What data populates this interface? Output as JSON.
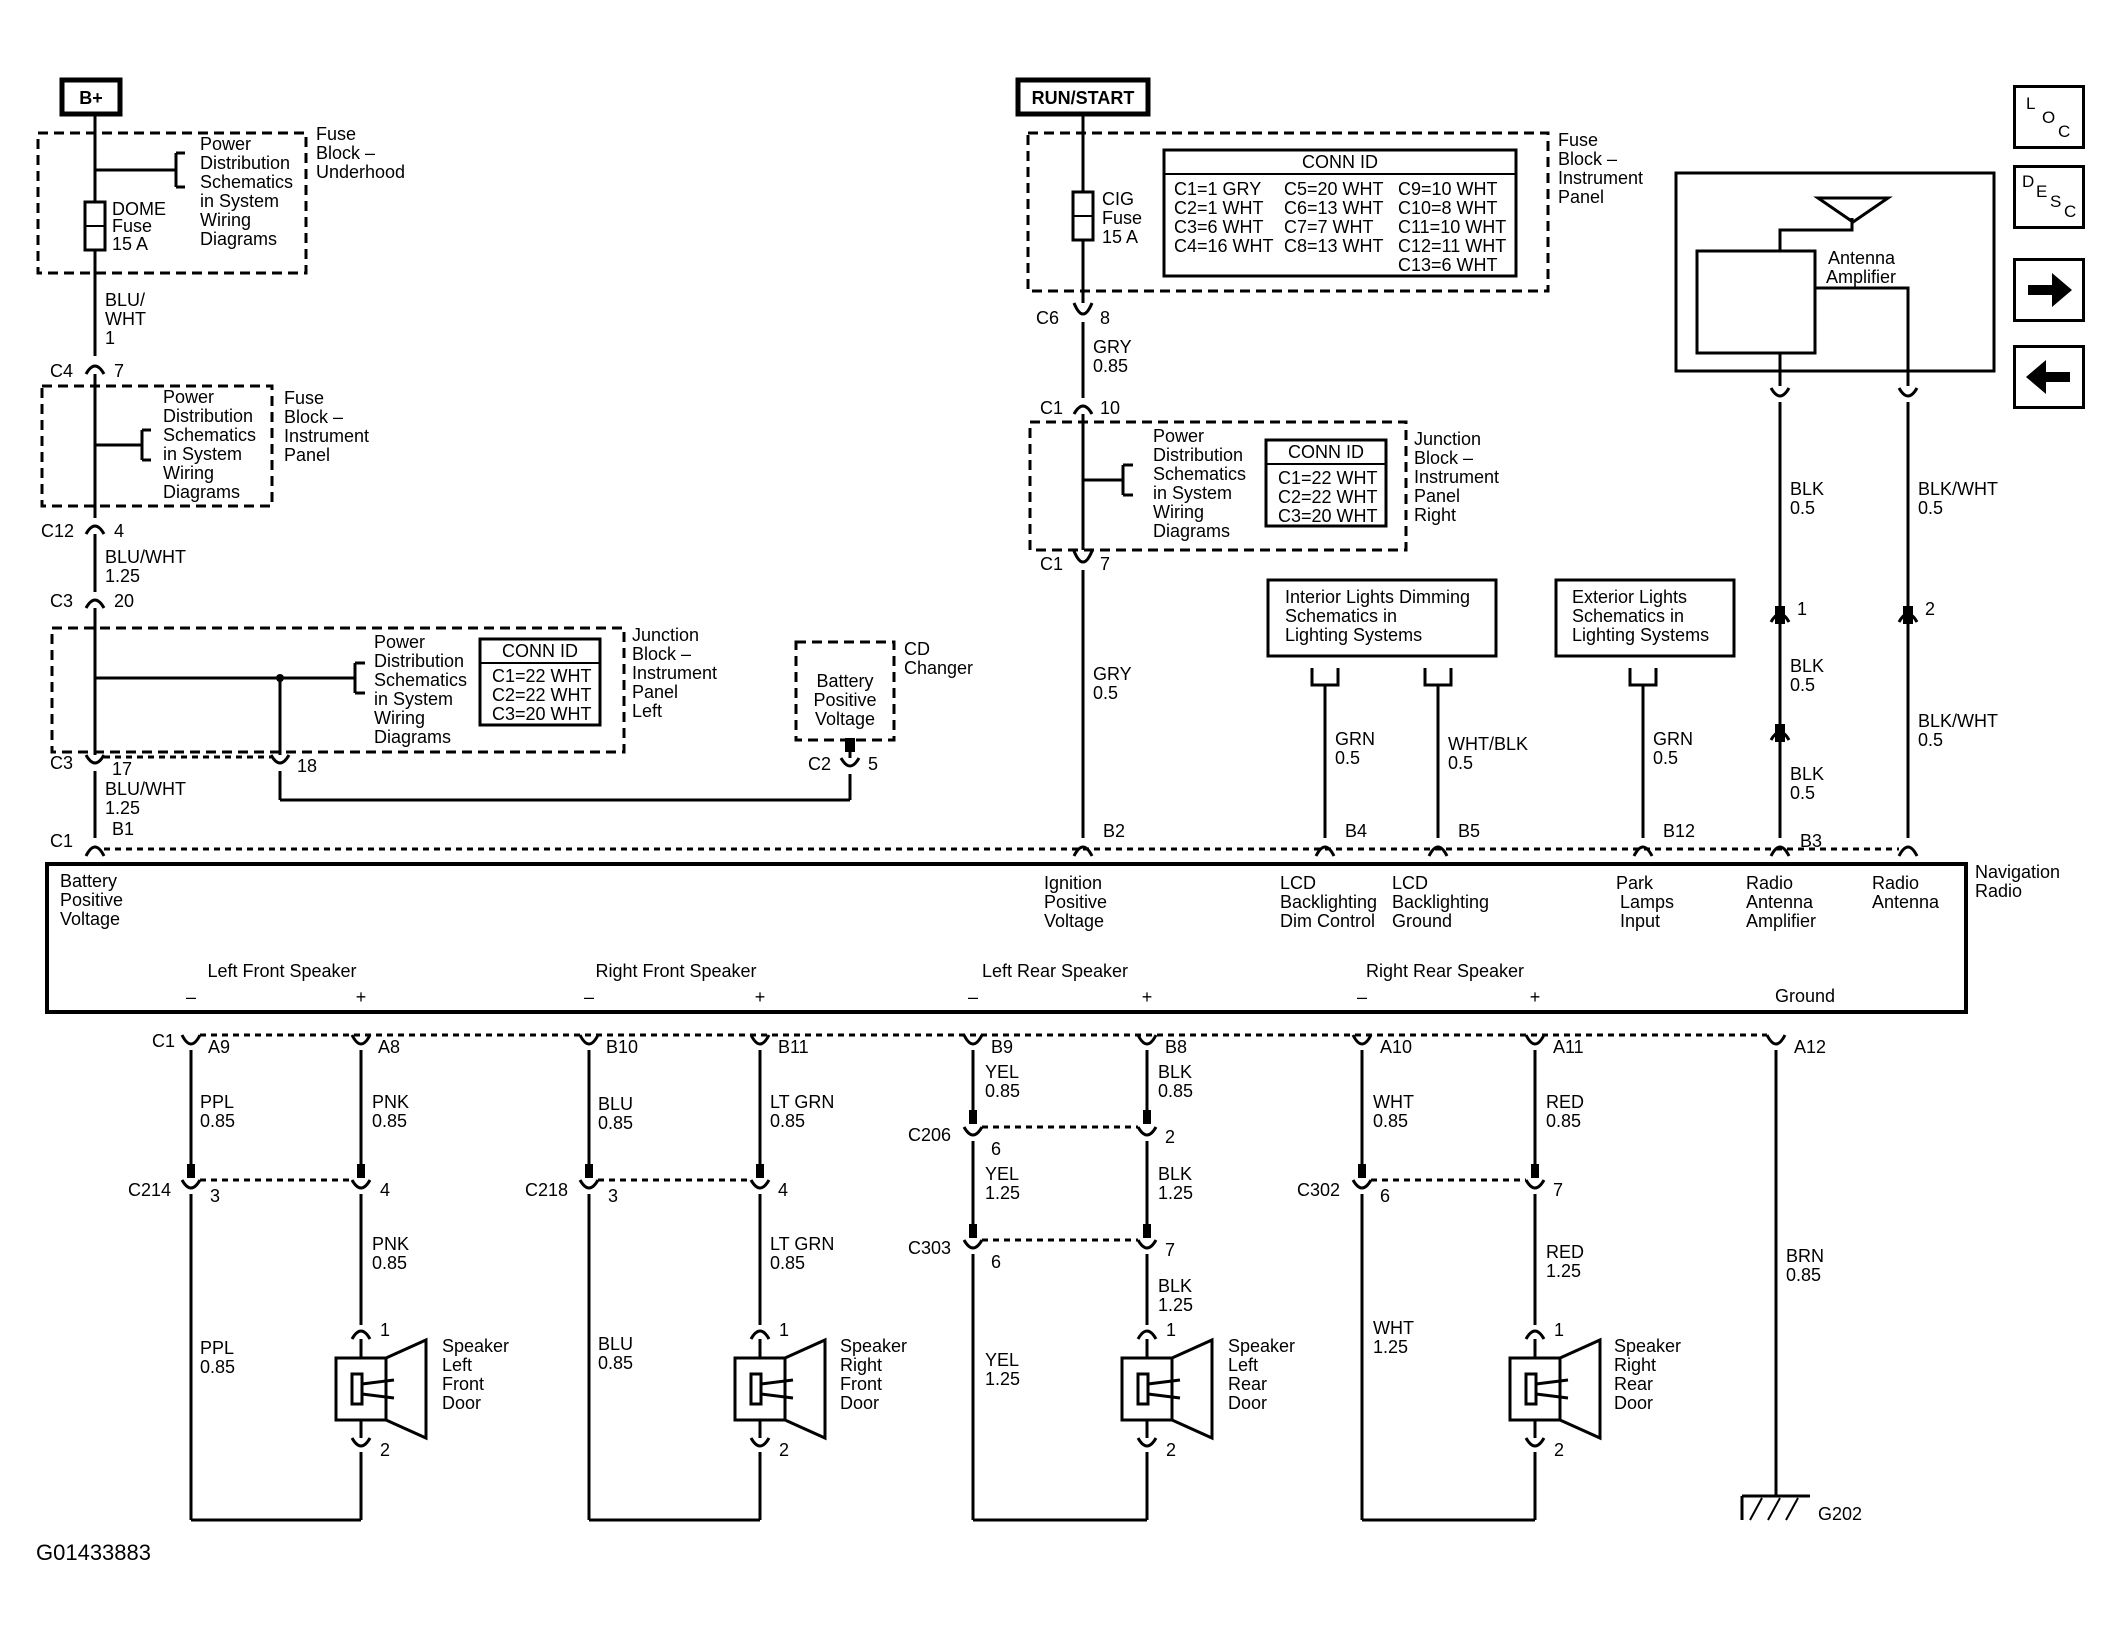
{
  "nav": {
    "loc": [
      "L",
      "O",
      "C"
    ],
    "desc": [
      "D",
      "E",
      "S",
      "C"
    ]
  },
  "sources": {
    "bplus": "B+",
    "runstart": "RUN/START"
  },
  "dome": {
    "fuse_name": "DOME",
    "fuse_word": "Fuse",
    "fuse_rating": "15 A",
    "ref": [
      "Power",
      "Distribution",
      "Schematics",
      "in System",
      "Wiring",
      "Diagrams"
    ],
    "block": [
      "Fuse",
      "Block –",
      "Underhood"
    ]
  },
  "wire_left": {
    "blu_wht_1": [
      "BLU/",
      "WHT",
      "1"
    ],
    "c4": "C4",
    "c4_pin": "7",
    "c12": "C12",
    "c12_pin": "4",
    "blu_wht_125a": [
      "BLU/WHT",
      "1.25"
    ],
    "c3": "C3",
    "c3_pin": "20",
    "c3b": "C3",
    "c3b_pin": "17",
    "pin18": "18",
    "blu_wht_125b": [
      "BLU/WHT",
      "1.25"
    ],
    "c1": "C1",
    "b1": "B1"
  },
  "fb_ip": {
    "ref": [
      "Power",
      "Distribution",
      "Schematics",
      "in System",
      "Wiring",
      "Diagrams"
    ],
    "block": [
      "Fuse",
      "Block –",
      "Instrument",
      "Panel"
    ]
  },
  "jb_left": {
    "ref": [
      "Power",
      "Distribution",
      "Schematics",
      "in System",
      "Wiring",
      "Diagrams"
    ],
    "conn_title": "CONN ID",
    "conn": [
      "C1=22 WHT",
      "C2=22 WHT",
      "C3=20 WHT"
    ],
    "block": [
      "Junction",
      "Block –",
      "Instrument",
      "Panel",
      "Left"
    ]
  },
  "cd": {
    "label": [
      "CD",
      "Changer"
    ],
    "box": [
      "Battery",
      "Positive",
      "Voltage"
    ],
    "c2": "C2",
    "c2_pin": "5"
  },
  "cig": {
    "fuse_name": "CIG",
    "fuse_word": "Fuse",
    "fuse_rating": "15 A",
    "conn_title": "CONN ID",
    "conn_col1": [
      "C1=1 GRY",
      "C2=1 WHT",
      "C3=6 WHT",
      "C4=16 WHT"
    ],
    "conn_col2": [
      "C5=20 WHT",
      "C6=13 WHT",
      "C7=7 WHT",
      "C8=13 WHT"
    ],
    "conn_col3": [
      "C9=10 WHT",
      "C10=8 WHT",
      "C11=10 WHT",
      "C12=11 WHT",
      "C13=6 WHT"
    ],
    "block": [
      "Fuse",
      "Block –",
      "Instrument",
      "Panel"
    ],
    "c6": "C6",
    "c6_pin": "8",
    "gry_085": [
      "GRY",
      "0.85"
    ],
    "c1": "C1",
    "c1_pin": "10"
  },
  "jb_right": {
    "ref": [
      "Power",
      "Distribution",
      "Schematics",
      "in System",
      "Wiring",
      "Diagrams"
    ],
    "conn_title": "CONN ID",
    "conn": [
      "C1=22 WHT",
      "C2=22 WHT",
      "C3=20 WHT"
    ],
    "block": [
      "Junction",
      "Block –",
      "Instrument",
      "Panel",
      "Right"
    ],
    "c1": "C1",
    "c1_pin": "7",
    "gry_05": [
      "GRY",
      "0.5"
    ],
    "b2": "B2"
  },
  "interior": {
    "box": [
      "Interior Lights Dimming",
      "Schematics in",
      "Lighting Systems"
    ],
    "grn": [
      "GRN",
      "0.5"
    ],
    "whtblk": [
      "WHT/BLK",
      "0.5"
    ],
    "b4": "B4",
    "b5": "B5"
  },
  "exterior": {
    "box": [
      "Exterior Lights",
      "Schematics in",
      "Lighting Systems"
    ],
    "grn": [
      "GRN",
      "0.5"
    ],
    "b12": "B12"
  },
  "antenna": {
    "label": [
      "Antenna",
      "Amplifier"
    ],
    "blk05a": [
      "BLK",
      "0.5"
    ],
    "blkwht05a": [
      "BLK/WHT",
      "0.5"
    ],
    "pin1": "1",
    "pin2": "2",
    "blk05b": [
      "BLK",
      "0.5"
    ],
    "blkwht05b": [
      "BLK/WHT",
      "0.5"
    ],
    "blk05c": [
      "BLK",
      "0.5"
    ],
    "b3": "B3"
  },
  "radio": {
    "name": [
      "Navigation",
      "Radio"
    ],
    "top_labels": {
      "battery": [
        "Battery",
        "Positive",
        "Voltage"
      ],
      "ignition": [
        "Ignition",
        "Positive",
        "Voltage"
      ],
      "lcd_dim": [
        "LCD",
        "Backlighting",
        "Dim Control"
      ],
      "lcd_gnd": [
        "LCD",
        "Backlighting",
        "Ground"
      ],
      "park": [
        "Park",
        "Lamps",
        "Input"
      ],
      "ant_amp": [
        "Radio",
        "Antenna",
        "Amplifier"
      ],
      "ant": [
        "Radio",
        "Antenna"
      ]
    },
    "speakers": [
      "Left Front Speaker",
      "Right Front Speaker",
      "Left Rear Speaker",
      "Right Rear Speaker"
    ],
    "ground": "Ground",
    "minus": "–",
    "plus": "+"
  },
  "bottom": {
    "c1": "C1",
    "pins": [
      "A9",
      "A8",
      "B10",
      "B11",
      "B9",
      "B8",
      "A10",
      "A11",
      "A12"
    ],
    "lf": {
      "minus_wire": [
        "PPL",
        "0.85"
      ],
      "plus_wire": [
        "PNK",
        "0.85"
      ],
      "conn": "C214",
      "cm": "3",
      "cp": "4",
      "plus_wire2": [
        "PNK",
        "0.85"
      ],
      "minus_wire2": [
        "PPL",
        "0.85"
      ],
      "spk": [
        "Speaker",
        "Left",
        "Front",
        "Door"
      ],
      "p1": "1",
      "p2": "2"
    },
    "rf": {
      "minus_wire": [
        "BLU",
        "0.85"
      ],
      "plus_wire": [
        "LT GRN",
        "0.85"
      ],
      "conn": "C218",
      "cm": "3",
      "cp": "4",
      "plus_wire2": [
        "LT GRN",
        "0.85"
      ],
      "minus_wire2": [
        "BLU",
        "0.85"
      ],
      "spk": [
        "Speaker",
        "Right",
        "Front",
        "Door"
      ],
      "p1": "1",
      "p2": "2"
    },
    "lr": {
      "minus_wire": [
        "YEL",
        "0.85"
      ],
      "plus_wire": [
        "BLK",
        "0.85"
      ],
      "conn_a": "C206",
      "cam": "6",
      "cap": "2",
      "minus_mid": [
        "YEL",
        "1.25"
      ],
      "plus_mid": [
        "BLK",
        "1.25"
      ],
      "conn_b": "C303",
      "cbm": "6",
      "cbp": "7",
      "plus_wire2": [
        "BLK",
        "1.25"
      ],
      "minus_wire2": [
        "YEL",
        "1.25"
      ],
      "spk": [
        "Speaker",
        "Left",
        "Rear",
        "Door"
      ],
      "p1": "1",
      "p2": "2"
    },
    "rr": {
      "minus_wire": [
        "WHT",
        "0.85"
      ],
      "plus_wire": [
        "RED",
        "0.85"
      ],
      "conn": "C302",
      "cm": "6",
      "cp": "7",
      "plus_wire2": [
        "RED",
        "1.25"
      ],
      "minus_wire2": [
        "WHT",
        "1.25"
      ],
      "spk": [
        "Speaker",
        "Right",
        "Rear",
        "Door"
      ],
      "p1": "1",
      "p2": "2"
    },
    "ground": {
      "wire": [
        "BRN",
        "0.85"
      ],
      "g": "G202"
    }
  },
  "figure_id": "G01433883"
}
